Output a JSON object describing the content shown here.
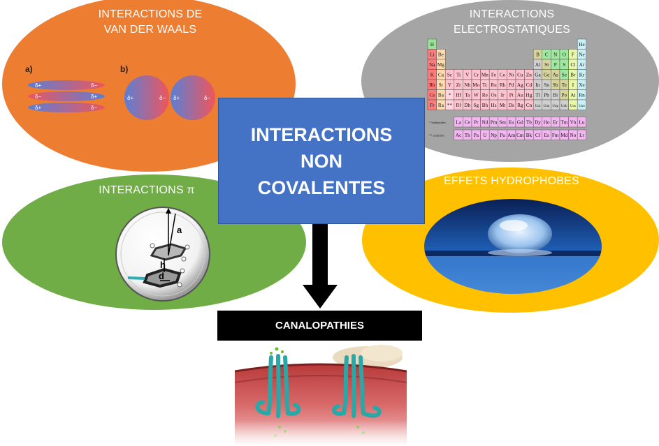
{
  "diagram": {
    "center_title": [
      "INTERACTIONS",
      "NON",
      "COVALENTES"
    ],
    "bottom_label": "CANALOPATHIES",
    "colors": {
      "van_der_waals": "#ed7d31",
      "electrostatiques": "#a5a5a5",
      "pi": "#70ad47",
      "hydrophobes": "#ffc000",
      "center_box": "#4472c4",
      "arrow": "#000000"
    }
  },
  "vdw": {
    "title_line1": "INTERACTIONS DE",
    "title_line2": "VAN DER WAALS",
    "label_a": "a)",
    "label_b": "b)",
    "delta_plus": "δ+",
    "delta_minus": "δ−"
  },
  "electro": {
    "title_line1": "INTERACTIONS",
    "title_line2": "ELECTROSTATIQUES",
    "lanthanides_label": "* lanthanides",
    "actinides_label": "** actinides",
    "rows": [
      [
        "H",
        "",
        "",
        "",
        "",
        "",
        "",
        "",
        "",
        "",
        "",
        "",
        "",
        "",
        "",
        "",
        "",
        "He"
      ],
      [
        "Li",
        "Be",
        "",
        "",
        "",
        "",
        "",
        "",
        "",
        "",
        "",
        "",
        "B",
        "C",
        "N",
        "O",
        "F",
        "Ne"
      ],
      [
        "Na",
        "Mg",
        "",
        "",
        "",
        "",
        "",
        "",
        "",
        "",
        "",
        "",
        "Al",
        "Si",
        "P",
        "S",
        "Cl",
        "Ar"
      ],
      [
        "K",
        "Ca",
        "Sc",
        "Ti",
        "V",
        "Cr",
        "Mn",
        "Fe",
        "Co",
        "Ni",
        "Cu",
        "Zn",
        "Ga",
        "Ge",
        "As",
        "Se",
        "Br",
        "Kr"
      ],
      [
        "Rb",
        "Sr",
        "Y",
        "Zr",
        "Nb",
        "Mo",
        "Tc",
        "Ru",
        "Rh",
        "Pd",
        "Ag",
        "Cd",
        "In",
        "Sn",
        "Sb",
        "Te",
        "I",
        "Xe"
      ],
      [
        "Cs",
        "Ba",
        "*",
        "Hf",
        "Ta",
        "W",
        "Re",
        "Os",
        "Ir",
        "Pt",
        "Au",
        "Hg",
        "Tl",
        "Pb",
        "Bi",
        "Po",
        "At",
        "Rn"
      ],
      [
        "Fr",
        "Ra",
        "**",
        "Rf",
        "Db",
        "Sg",
        "Bh",
        "Hs",
        "Mt",
        "Ds",
        "Rg",
        "Cn",
        "Uut",
        "Uuq",
        "Uup",
        "Uuh",
        "Uus",
        "Uuo"
      ]
    ],
    "lanthanides": [
      "La",
      "Ce",
      "Pr",
      "Nd",
      "Pm",
      "Sm",
      "Eu",
      "Gd",
      "Tb",
      "Dy",
      "Ho",
      "Er",
      "Tm",
      "Yb",
      "Lu"
    ],
    "actinides": [
      "Ac",
      "Th",
      "Pa",
      "U",
      "Np",
      "Pu",
      "Am",
      "Cm",
      "Bk",
      "Cf",
      "Es",
      "Fm",
      "Md",
      "No",
      "Lr"
    ]
  },
  "pi": {
    "title": "INTERACTIONS π",
    "label_a": "a",
    "label_h": "h",
    "label_d": "d"
  },
  "hydro": {
    "title": "EFFETS HYDROPHOBES"
  }
}
